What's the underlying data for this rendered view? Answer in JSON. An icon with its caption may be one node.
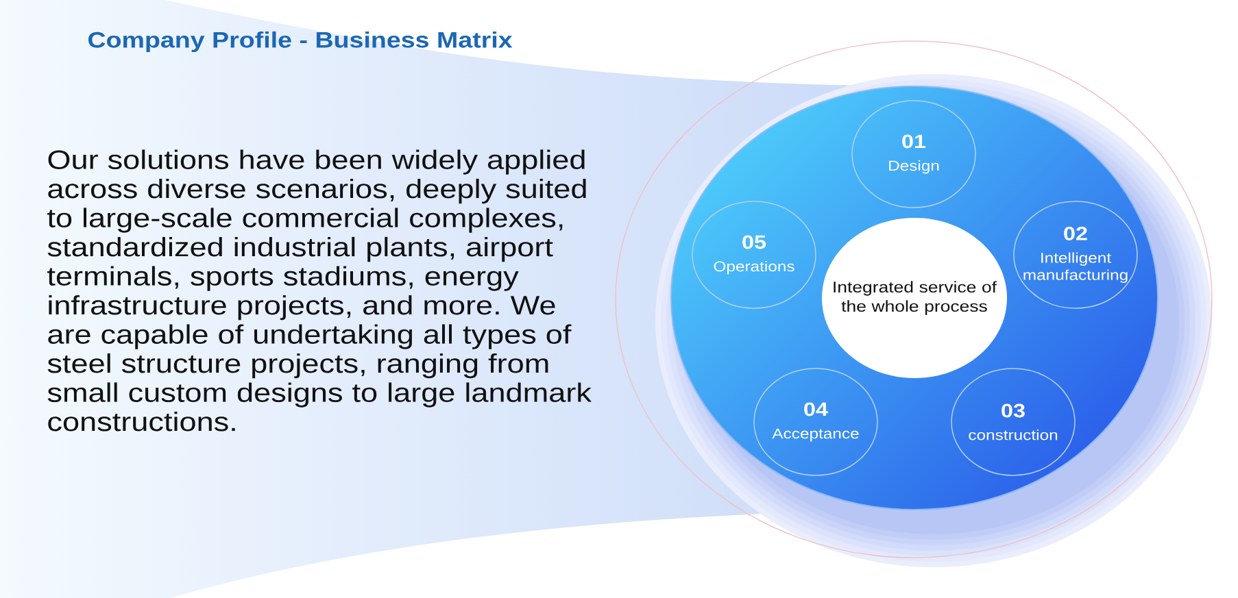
{
  "diagram": {
    "title": "Company Profile - Business Matrix",
    "nodes": [
      {
        "text": [],
        "shape": "circle"
      },
      {
        "text": [
          "Integrated service of the whole process"
        ],
        "in": 0
      },
      {
        "text": [
          "01",
          "Design"
        ],
        "in": 0
      },
      {
        "text": [
          "02",
          "Intelligent manufacturing"
        ],
        "in": 0
      },
      {
        "text": [
          "03",
          "construction"
        ],
        "in": 0
      },
      {
        "text": [
          "04",
          "Acceptance"
        ],
        "in": 0
      },
      {
        "text": [
          "05",
          "Operations"
        ],
        "in": 0
      }
    ],
    "labels": [
      "Our solutions have been widely applied across diverse scenarios, deeply suited to large-scale commercial complexes, standardized industrial plants, airport terminals, sports stadiums, energy infrastructure projects, and more. We are capable of undertaking all types of steel structure projects, ranging from small custom designs to large landmark constructions."
    ]
  }
}
